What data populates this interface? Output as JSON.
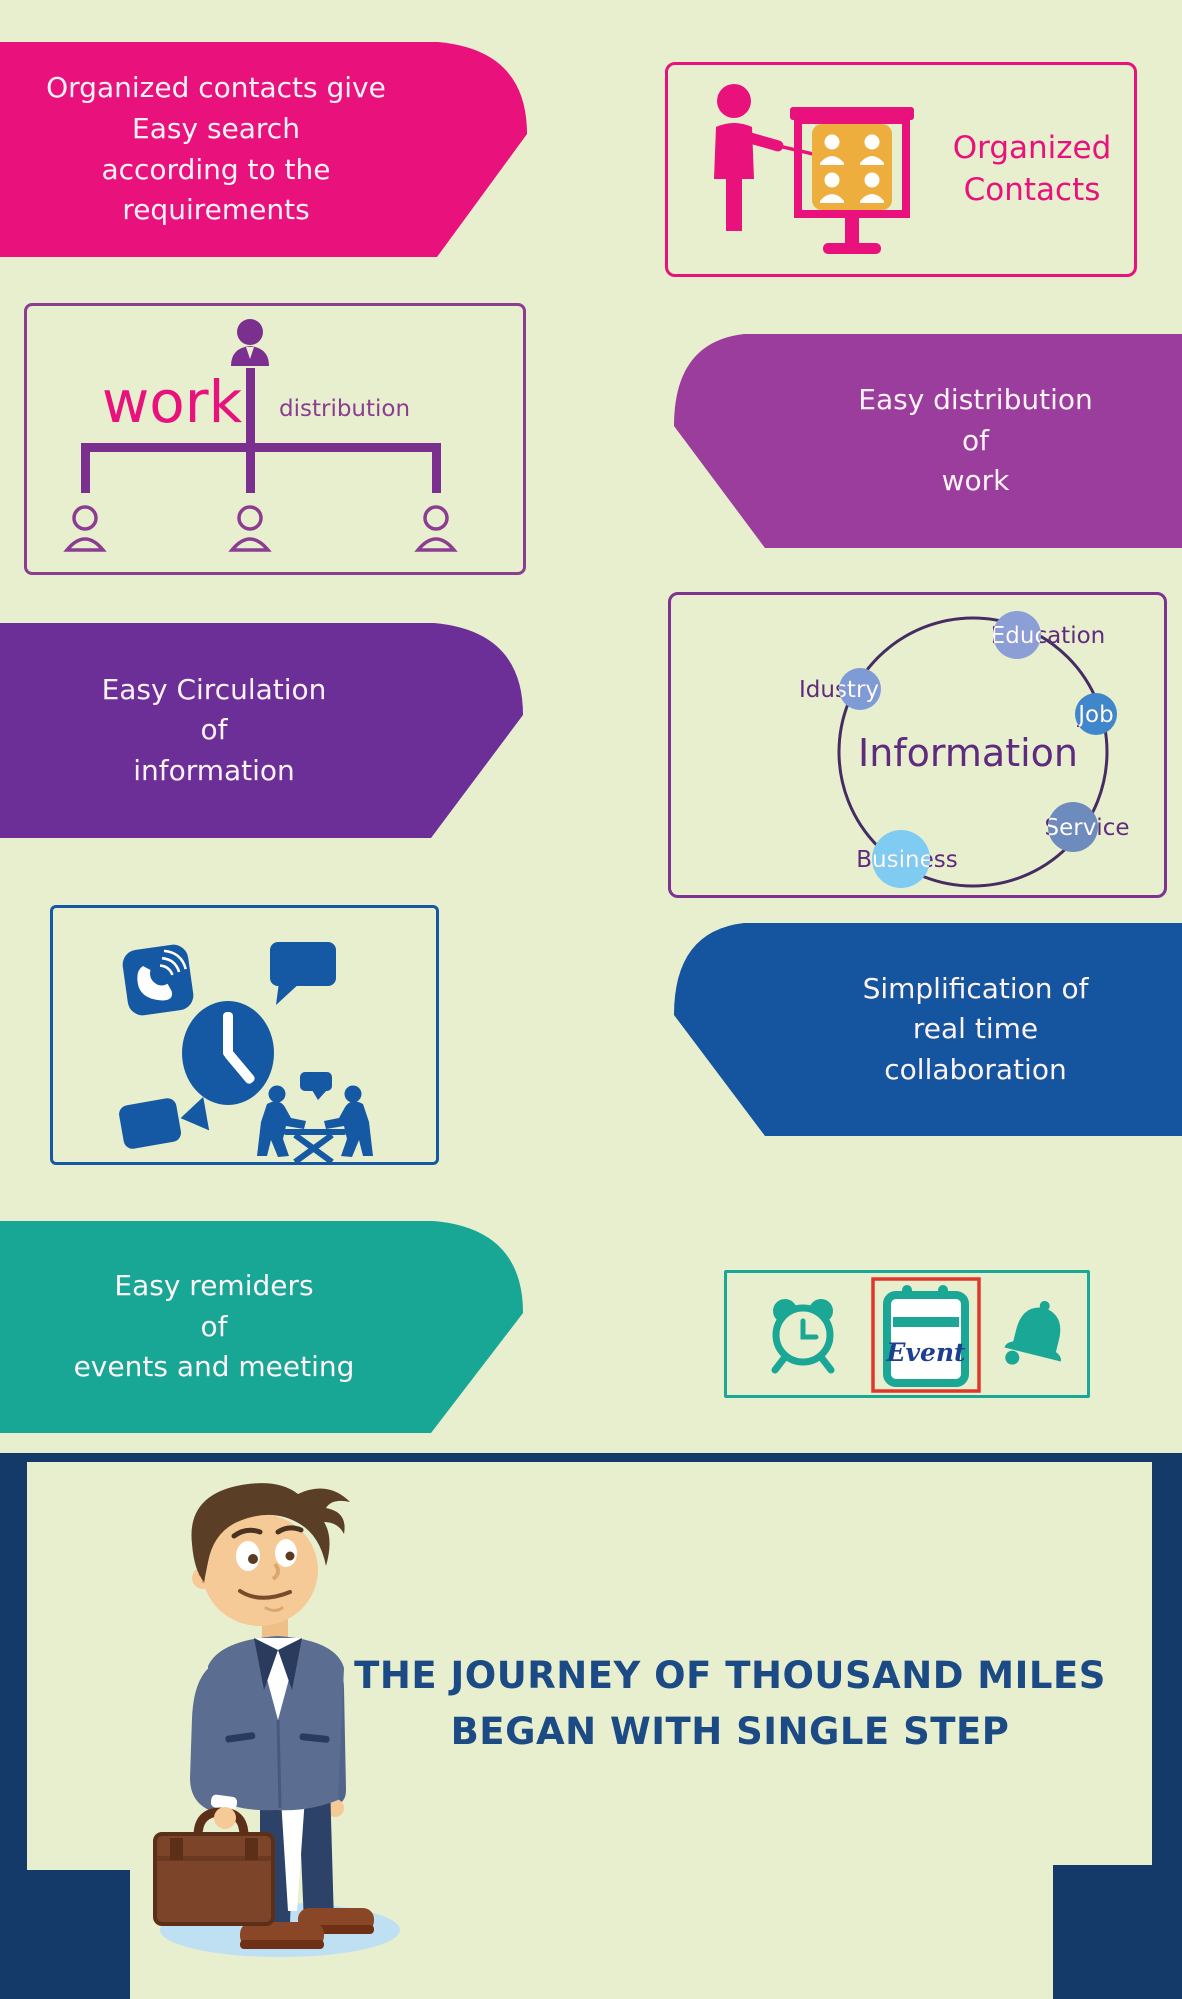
{
  "palette": {
    "background": "#e8efcf",
    "pink": "#e9117c",
    "orange": "#eeae3e",
    "purple": "#9b3d9d",
    "dark_purple": "#6b2f97",
    "blue_banner": "#15549e",
    "teal": "#18a795",
    "icon_blue": "#1558a3",
    "navy_frame": "#143a6a",
    "quote_blue": "#1b4a85",
    "highlight_red": "#df382a"
  },
  "sections": {
    "organized_contacts": {
      "banner_text": "Organized contacts give\nEasy search\naccording to the\nrequirements",
      "box_label": "Organized\nContacts"
    },
    "work_distribution": {
      "word_primary": "work",
      "word_secondary": "distribution",
      "banner_text": "Easy distribution\nof\nwork"
    },
    "information": {
      "banner_text": "Easy Circulation\nof\ninformation",
      "center_label": "Information",
      "nodes": [
        {
          "label": "Education",
          "color": "#8b9ed6"
        },
        {
          "label": "Idustry",
          "color": "#7f9bd6"
        },
        {
          "label": "Job",
          "color": "#3f86ca"
        },
        {
          "label": "Service",
          "color": "#6d8cbd"
        },
        {
          "label": "Business",
          "color": "#7fcbf2"
        }
      ]
    },
    "collaboration": {
      "banner_text": "Simplification of\nreal time\ncollaboration"
    },
    "reminders": {
      "banner_text": "Easy remiders\nof\nevents and meeting",
      "calendar_label": "Event"
    },
    "footer": {
      "quote": "THE JOURNEY OF THOUSAND MILES\nBEGAN WITH SINGLE STEP"
    }
  }
}
